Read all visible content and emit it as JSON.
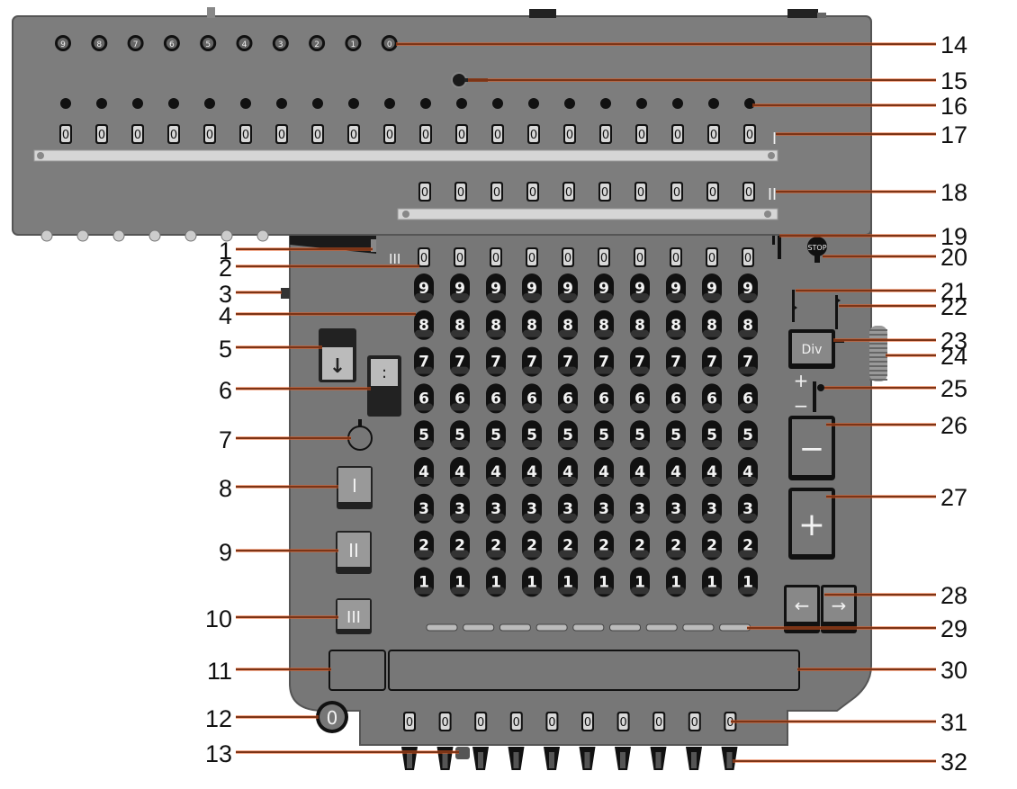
{
  "colors": {
    "body": "#777777",
    "body_edge": "#555555",
    "upper": "#7d7d7d",
    "leader": "#e8581c",
    "key_dark": "#111111",
    "key_text": "#f2f2f2",
    "window": "#d8d8d8",
    "bar": "#d6d6d6"
  },
  "top_dials": [
    "9",
    "8",
    "7",
    "6",
    "5",
    "4",
    "3",
    "2",
    "1",
    "0"
  ],
  "register_I": {
    "digits": [
      "0",
      "0",
      "0",
      "0",
      "0",
      "0",
      "0",
      "0",
      "0",
      "0",
      "0",
      "0",
      "0",
      "0",
      "0",
      "0",
      "0",
      "0",
      "0",
      "0"
    ],
    "label": "I"
  },
  "register_II": {
    "digits": [
      "0",
      "0",
      "0",
      "0",
      "0",
      "0",
      "0",
      "0",
      "0",
      "0"
    ],
    "label": "II"
  },
  "register_III": {
    "digits": [
      "0",
      "0",
      "0",
      "0",
      "0",
      "0",
      "0",
      "0",
      "0",
      "0"
    ],
    "label": "III"
  },
  "keyboard": {
    "rows": [
      "9",
      "8",
      "7",
      "6",
      "5",
      "4",
      "3",
      "2",
      "1"
    ],
    "columns": 10
  },
  "bottom_register": {
    "digits": [
      "0",
      "0",
      "0",
      "0",
      "0",
      "0",
      "0",
      "0",
      "0",
      "0"
    ]
  },
  "keys": {
    "clear_I": "I",
    "clear_II": "II",
    "clear_III": "III",
    "zero": "0",
    "div": "Div",
    "minus": "−",
    "plus": "+",
    "shift_left": "←",
    "shift_right": "→",
    "down": "↓",
    "colon": ":",
    "stop": "STOP",
    "sign_plus": "+",
    "sign_minus": "−"
  },
  "callouts_left": [
    "1",
    "2",
    "3",
    "4",
    "5",
    "6",
    "7",
    "8",
    "9",
    "10",
    "11",
    "12",
    "13"
  ],
  "callouts_right": [
    "14",
    "15",
    "16",
    "17",
    "18",
    "19",
    "20",
    "21",
    "22",
    "23",
    "24",
    "25",
    "26",
    "27",
    "28",
    "29",
    "30",
    "31",
    "32"
  ]
}
